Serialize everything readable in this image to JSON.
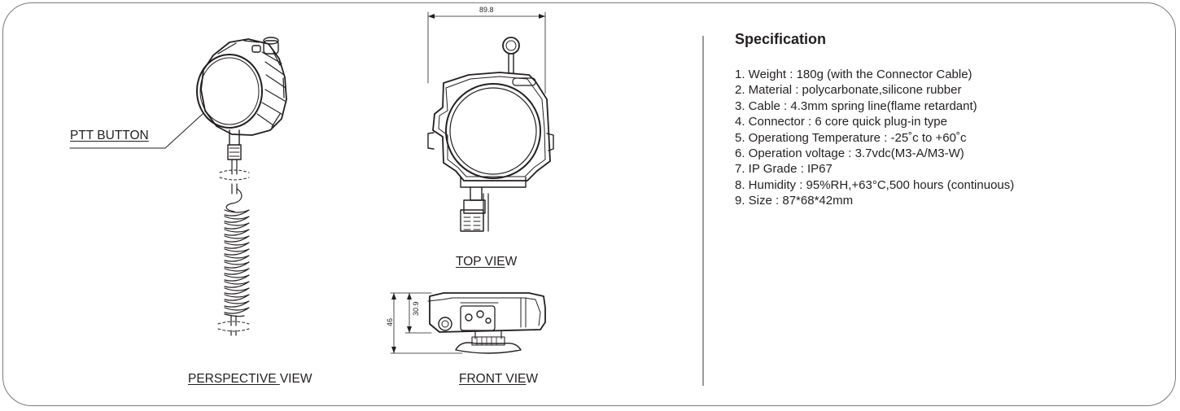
{
  "views": {
    "ptt_label": "PTT BUTTON",
    "perspective": {
      "underlined": "PERSPECTIVE ",
      "rest": "VIEW"
    },
    "top": {
      "underlined": "TOP VIE",
      "rest": "W"
    },
    "front": {
      "underlined": "FRONT VIE",
      "rest": "W"
    }
  },
  "dimensions": {
    "width": "89.8",
    "height_total": "46",
    "height_body": "30.9"
  },
  "specification": {
    "title": "Specification",
    "items": [
      "1. Weight : 180g (with the Connector Cable)",
      "2. Material : polycarbonate,silicone rubber",
      "3. Cable : 4.3mm spring line(flame retardant)",
      "4. Connector : 6 core quick plug-in type",
      "5. Operationg Temperature : -25˚c to +60˚c",
      "6. Operation voltage : 3.7vdc(M3-A/M3-W)",
      "7. IP Grade : IP67",
      "8. Humidity : 95%RH,+63°C,500 hours (continuous)",
      "9. Size : 87*68*42mm"
    ]
  },
  "colors": {
    "line": "#231f20",
    "frame": "#7a7a7a",
    "divider": "#9a9a9a"
  }
}
